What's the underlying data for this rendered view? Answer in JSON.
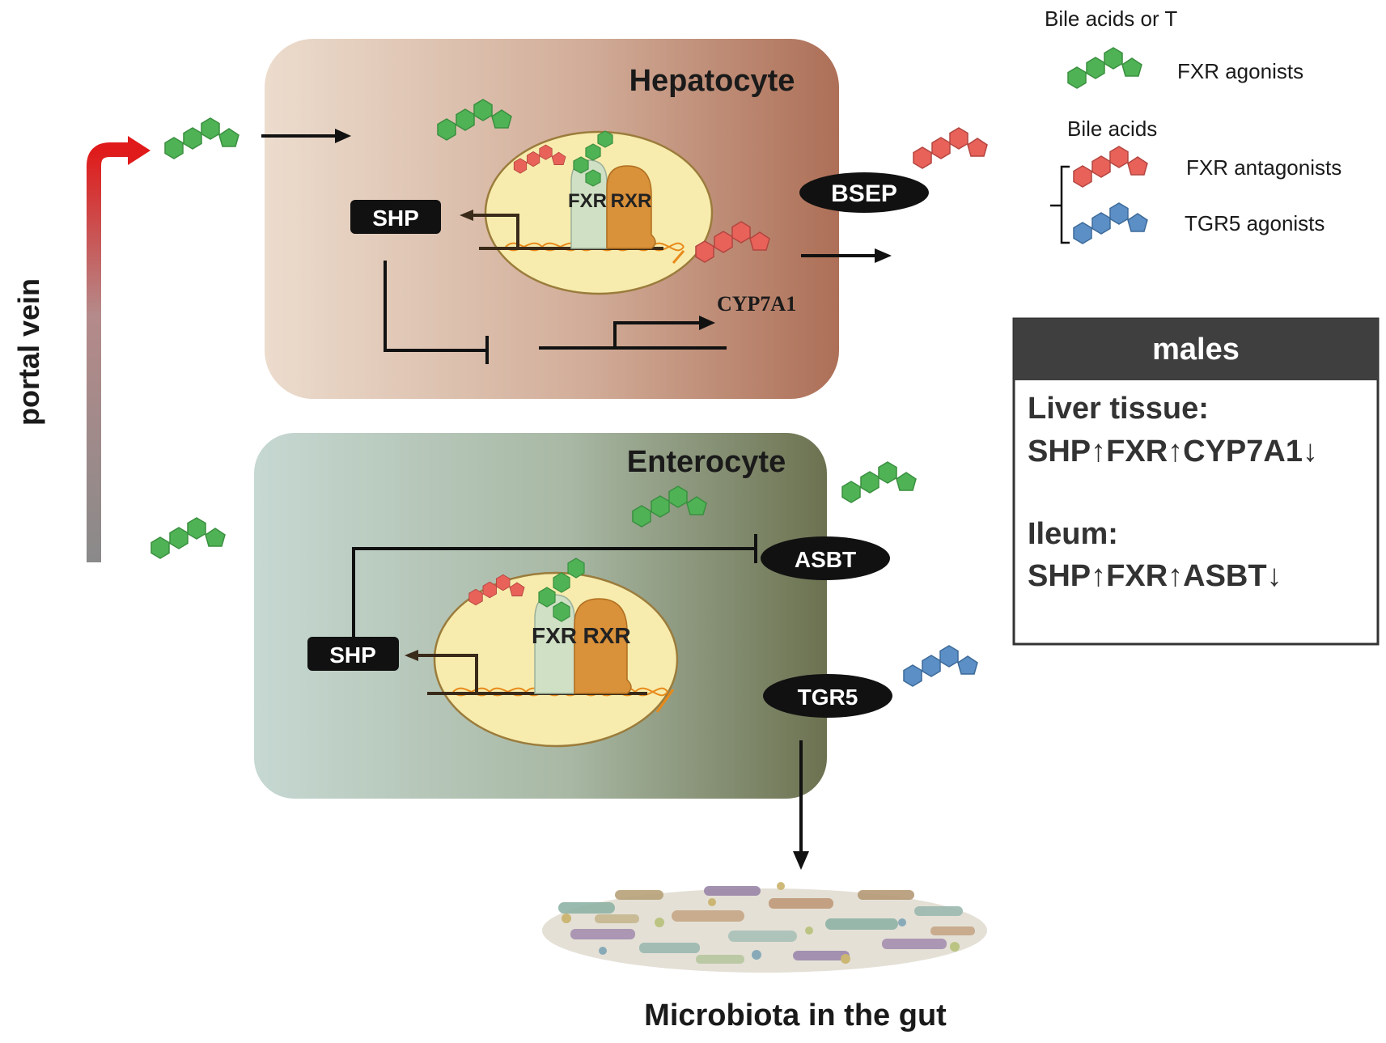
{
  "legend": {
    "heading_top": "Bile acids or T",
    "fxr_agonists": "FXR agonists",
    "heading_bile": "Bile acids",
    "fxr_antagonists": "FXR antagonists",
    "tgr5_agonists": "TGR5 agonists"
  },
  "hepatocyte": {
    "title": "Hepatocyte",
    "shp": "SHP",
    "fxr": "FXR",
    "rxr": "RXR",
    "bsep": "BSEP",
    "cyp7a1": "CYP7A1"
  },
  "portal_vein": "portal vein",
  "enterocyte": {
    "title": "Enterocyte",
    "shp": "SHP",
    "fxr": "FXR",
    "rxr": "RXR",
    "asbt": "ASBT",
    "tgr5": "TGR5"
  },
  "microbiota_label": "Microbiota in the gut",
  "males_box": {
    "header": "males",
    "liver_title": "Liver tissue:",
    "liver_line": "SHP↑FXR↑CYP7A1↓",
    "ileum_title": "Ileum:",
    "ileum_line": "SHP↑FXR↑ASBT↓"
  },
  "colors": {
    "agonist_green": "#4fb356",
    "antagonist_red": "#e8625a",
    "tgr5_blue": "#5b8fc6",
    "hepatocyte_light": "#ead6c8",
    "hepatocyte_dark": "#b07a62",
    "enterocyte_light": "#c3d6cf",
    "enterocyte_dark": "#6f7552",
    "nucleus": "#f7ecad",
    "fxr_color": "#cfe0c4",
    "rxr_color": "#d9913a",
    "portal_red": "#e01a1a"
  }
}
